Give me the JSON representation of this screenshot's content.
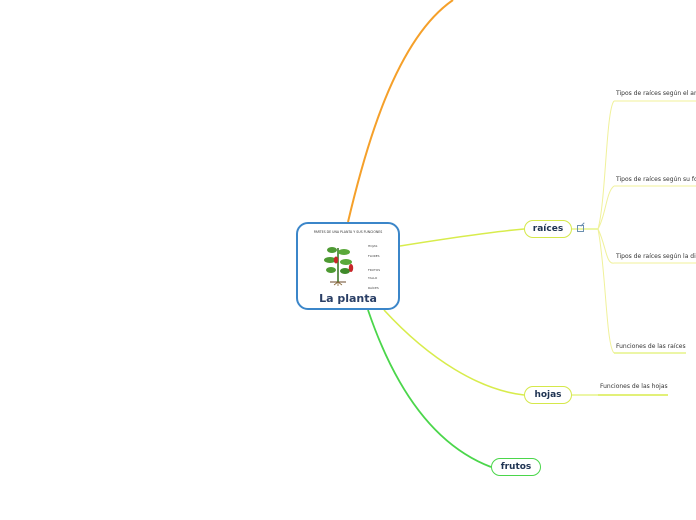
{
  "central": {
    "title": "La planta",
    "image_title": "PARTES DE UNA PLANTA Y SUS FUNCIONES",
    "image_labels": [
      "HOJAS",
      "FLORES",
      "FRUTOS",
      "TALLO",
      "RAÍCES"
    ]
  },
  "branches": {
    "raices": {
      "label": "raíces"
    },
    "hojas": {
      "label": "hojas"
    },
    "frutos": {
      "label": "frutos"
    }
  },
  "raices_items": [
    "Tipos de raíces según el anclaje",
    "Tipos de raíces según su forma",
    "Tipos de raíces según la dirección",
    "Funciones de las raíces"
  ],
  "hojas_items": [
    "Funciones de las hojas"
  ],
  "colors": {
    "orange": "#f5a02a",
    "yellow": "#d8ec4c",
    "green": "#4bd64b",
    "central_border": "#3b86c9"
  },
  "icons": {
    "note": "external-link-icon"
  }
}
